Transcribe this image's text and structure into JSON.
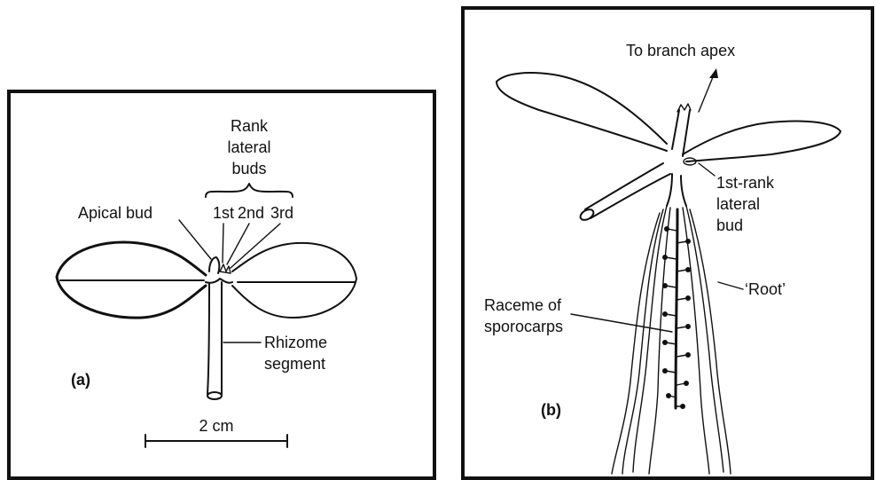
{
  "panel_a": {
    "panel_label": "(a)",
    "rank_line1": "Rank",
    "rank_line2": "lateral",
    "rank_line3": "buds",
    "apical_bud": "Apical bud",
    "first": "1st",
    "second": "2nd",
    "third": "3rd",
    "rhizome_line1": "Rhizome",
    "rhizome_line2": "segment",
    "scale_label": "2 cm"
  },
  "panel_b": {
    "panel_label": "(b)",
    "to_branch_apex": "To branch apex",
    "first_rank_line1": "1st-rank",
    "first_rank_line2": "lateral",
    "first_rank_line3": "bud",
    "root_label": "‘Root’",
    "raceme_line1": "Raceme of",
    "raceme_line2": "sporocarps"
  }
}
